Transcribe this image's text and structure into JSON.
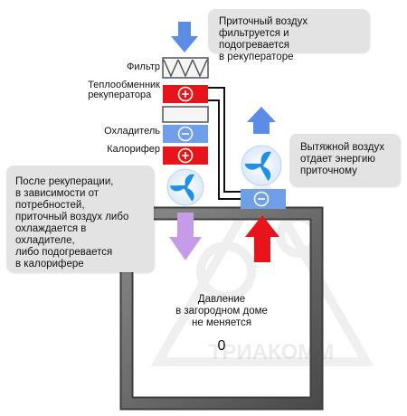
{
  "callouts": {
    "supply_air": "Приточный воздух\nфильтруется и подогревается\nв рекуператоре",
    "exhaust_air": "Вытяжной воздух\nотдает энергию\nприточному",
    "recuperation": "После рекуперации,\nв зависимости от\nпотребностей,\nприточный воздух либо\nохлаждается в охладителе,\nлибо подогревается\nв калорифере"
  },
  "components": {
    "filter": "Фильтр",
    "heat_exchanger": "Теплообменник\nрекуператора",
    "cooler": "Охладитель",
    "heater": "Калорифер"
  },
  "house": {
    "pressure_text": "Давление\nв загородном доме\nне меняется",
    "pressure_value": "0"
  },
  "watermark": "ТРИАКОММ",
  "colors": {
    "supply_arrow_blue": "#5b8de6",
    "hot_red": "#e8141b",
    "cold_blue": "#6f9fe8",
    "purple_arrow": "#c69ce8",
    "wall_gray": "#6e6e6e",
    "fan_blue": "#1e90e8"
  }
}
